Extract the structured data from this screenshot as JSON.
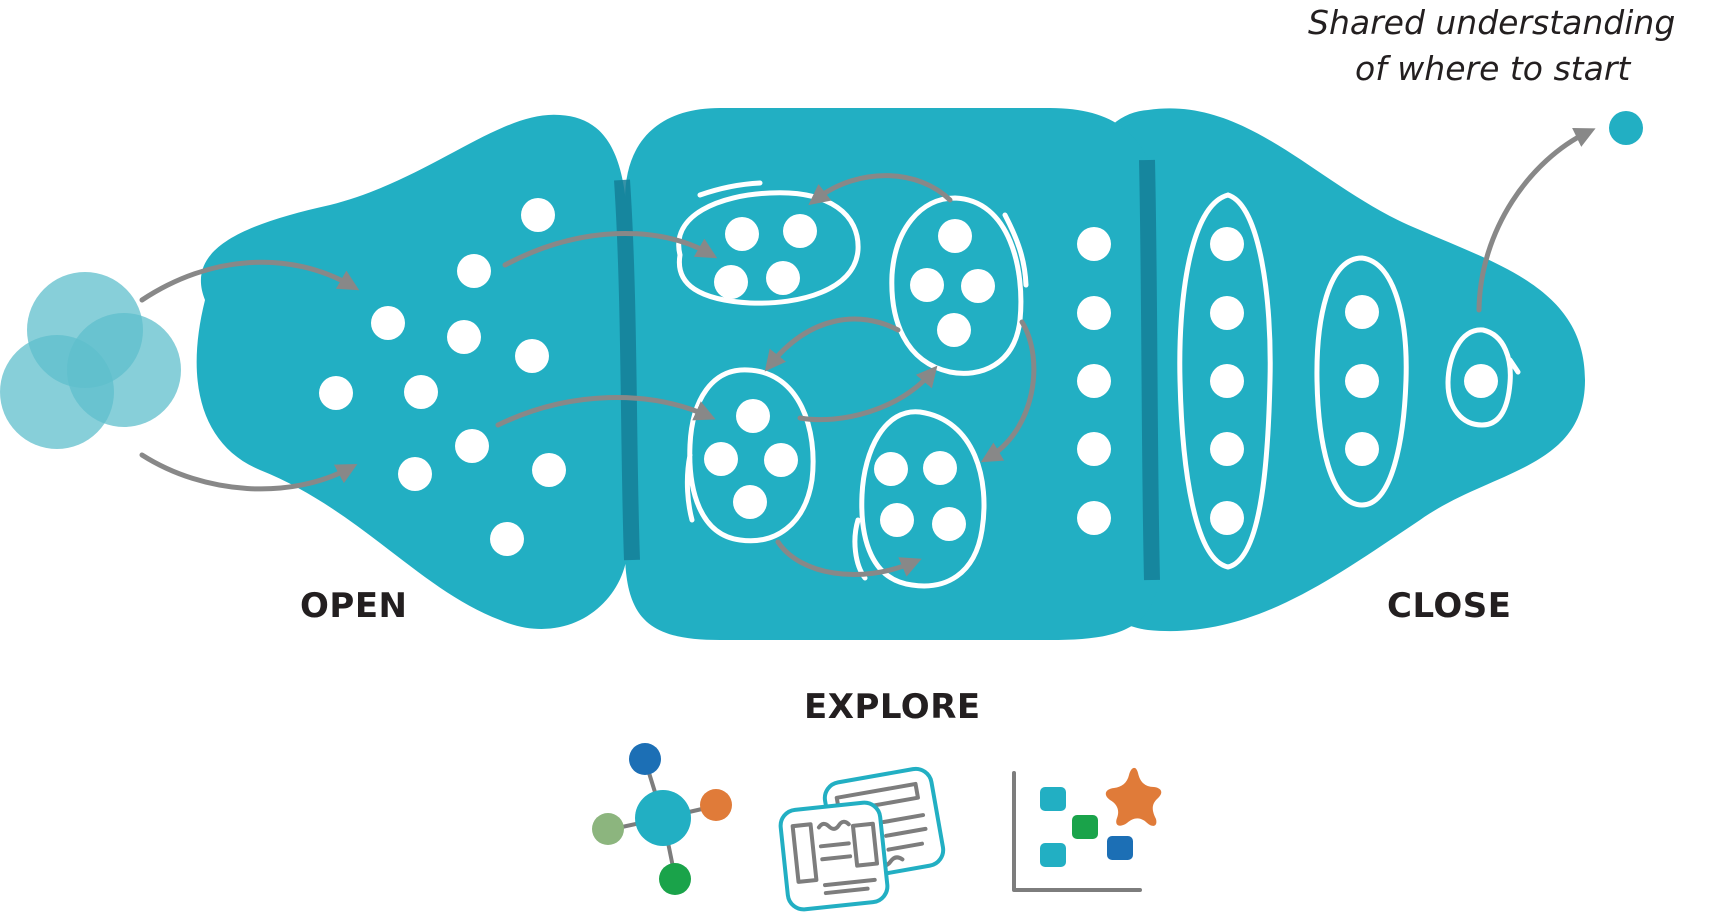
{
  "labels": {
    "open": "OPEN",
    "explore": "EXPLORE",
    "close": "CLOSE",
    "goal_line1": "Shared understanding",
    "goal_line2": "of where to start"
  },
  "colors": {
    "teal": "#22afc3",
    "teal_dark": "#147f98",
    "teal_light": "#5fbfcc",
    "arrow_gray": "#888888",
    "icon_blue": "#1c6fb5",
    "icon_orange": "#e07b39",
    "icon_green": "#1aa34a",
    "icon_sage": "#8cb57e"
  },
  "icons": [
    "overlapping-circles-icon",
    "network-node-icon",
    "document-cards-icon",
    "affinity-map-icon"
  ]
}
